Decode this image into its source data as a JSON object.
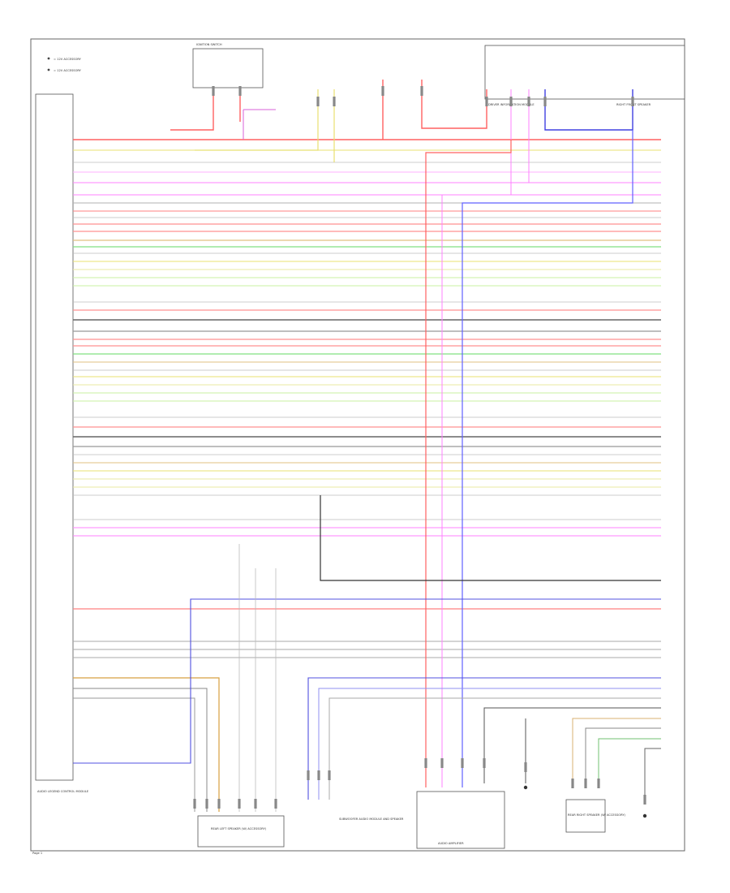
{
  "legend": [
    {
      "label": "= 12V ACCESSORY"
    },
    {
      "label": "= 12V ACCESSORY"
    }
  ],
  "components": {
    "control_module": "AUDIO LEGEND CONTROL MODULE",
    "speaker_left": "REAR LEFT SPEAKER (W/ ACCESSORY)",
    "speaker_right": "REAR RIGHT SPEAKER (W/ ACCESSORY)",
    "amplifier": "AUDIO AMPLIFIER",
    "subwoofer_module": "SUBWOOFER AUDIO MODULE AND SPEAKER",
    "driver_box": "DRIVER INFORMATION MODULE",
    "front_box_left": "IGNITION SWITCH",
    "front_box_right": "RIGHT FRONT SPEAKER"
  },
  "footer": "Page 1"
}
